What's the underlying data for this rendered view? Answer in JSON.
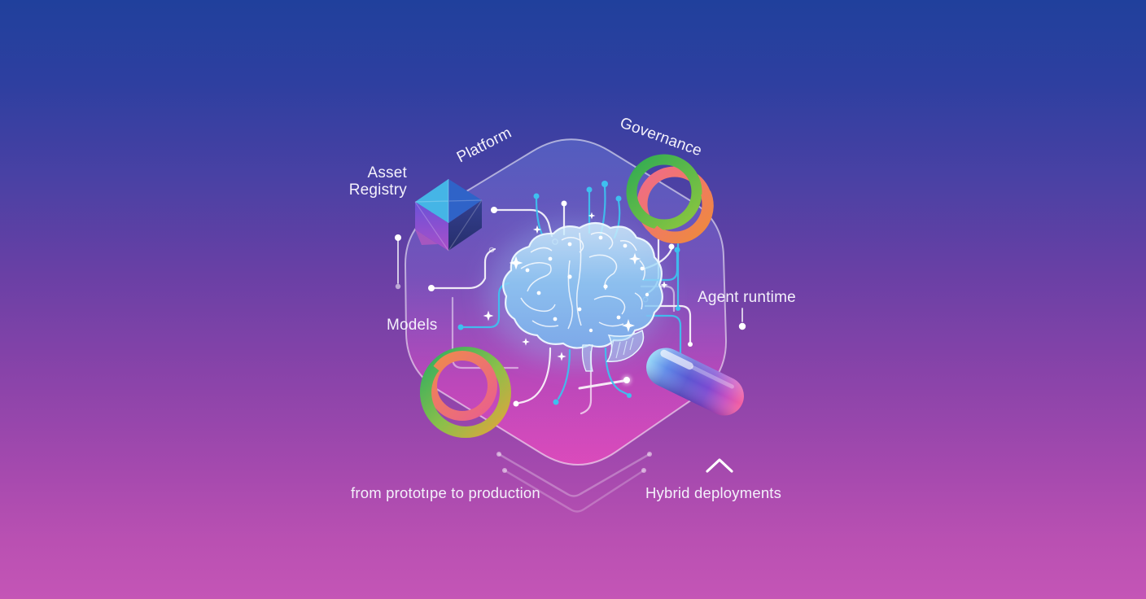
{
  "labels": {
    "asset_registry_line1": "Asset",
    "asset_registry_line2": "Registry",
    "platform": "Platform",
    "governance": "Governance",
    "models": "Models",
    "agent_runtime": "Agent runtime",
    "tagline_left": "from prototıpe to production",
    "tagline_right": "Hybrid deployments"
  },
  "icons": {
    "center": "brain-icon",
    "asset_registry": "cube-icon",
    "governance": "ring-icon",
    "models": "ring-icon",
    "agent_runtime": "capsule-icon",
    "hybrid_deployments": "chevron-up-icon",
    "connections": "circuit-traces"
  },
  "colors": {
    "background_top": "#20409c",
    "background_middle": "#7a41a6",
    "background_bottom": "#c455b6",
    "hexagon_bottom_glow": "#ee4fc4",
    "text": "#f4f1fb",
    "trace_cyan": "#3ec0ef",
    "trace_white": "#ffffff",
    "brain_blue": "#8fd0f6",
    "cube_cyan": "#45b5e6",
    "cube_blue": "#2f63c8",
    "cube_purple": "#6a52d8",
    "cube_navy": "#2b3178",
    "cube_pink": "#b44ec6",
    "ring_green": "#3bb257",
    "ring_yellow": "#d8c23c",
    "ring_orange": "#ef8a3c",
    "ring_pink": "#f06a8a",
    "pill_highlight": "#9adcf8",
    "pill_blue": "#5f8ae8",
    "pill_purple": "#7a49d2",
    "pill_pink": "#f7609f"
  }
}
